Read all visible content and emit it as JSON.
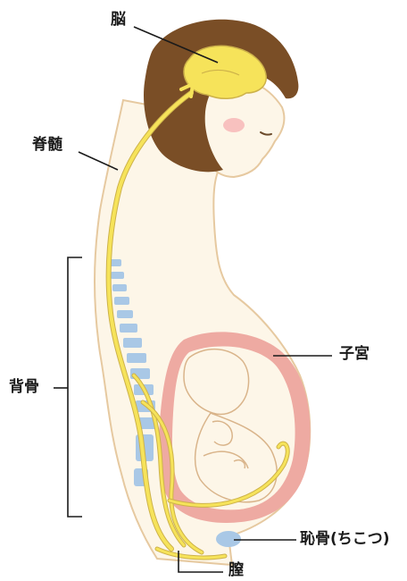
{
  "labels": {
    "brain": "脳",
    "spinal_cord": "脊髄",
    "spine": "背骨",
    "uterus": "子宮",
    "pubic_bone": "恥骨(ちこつ)",
    "vagina": "膣"
  },
  "colors": {
    "hair": "#7a4e26",
    "skin": "#fdf6e8",
    "outline": "#e6c9a0",
    "nerve": "#f6e35a",
    "nerve_outline": "#cdb24a",
    "vertebra": "#a9c8e6",
    "uterus": "#eeaaa2",
    "cheek": "#f6b4b4",
    "line": "#1a1a1a"
  },
  "icons": [
    "brain-shape",
    "spine-vertebrae",
    "fetus-shape",
    "pubic-bone-shape"
  ]
}
